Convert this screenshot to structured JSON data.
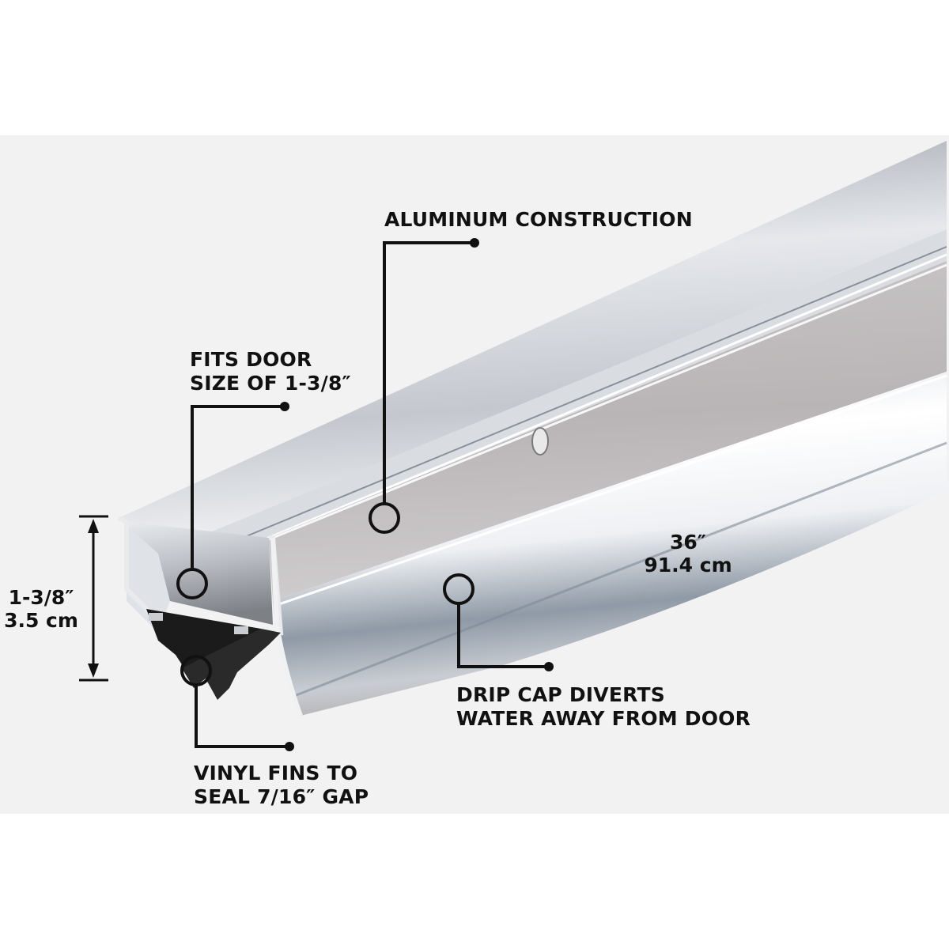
{
  "page": {
    "background": "#ffffff",
    "band_color": "#f2f2f2",
    "ink_color": "#111111"
  },
  "product": {
    "name": "aluminum door bottom with drip cap and vinyl fins",
    "slot_count": 1
  },
  "callouts": {
    "aluminum": {
      "line1": "ALUMINUM CONSTRUCTION"
    },
    "fits_door": {
      "line1": "FITS DOOR",
      "line2": "SIZE OF 1-3/8″"
    },
    "drip_cap": {
      "line1": "DRIP CAP DIVERTS",
      "line2": "WATER AWAY FROM DOOR"
    },
    "vinyl_fins": {
      "line1": "VINYL FINS TO",
      "line2": "SEAL 7/16″ GAP"
    }
  },
  "dimensions": {
    "height": {
      "imperial": "1-3/8″",
      "metric": "3.5 cm"
    },
    "length": {
      "imperial": "36″",
      "metric": "91.4 cm"
    }
  }
}
